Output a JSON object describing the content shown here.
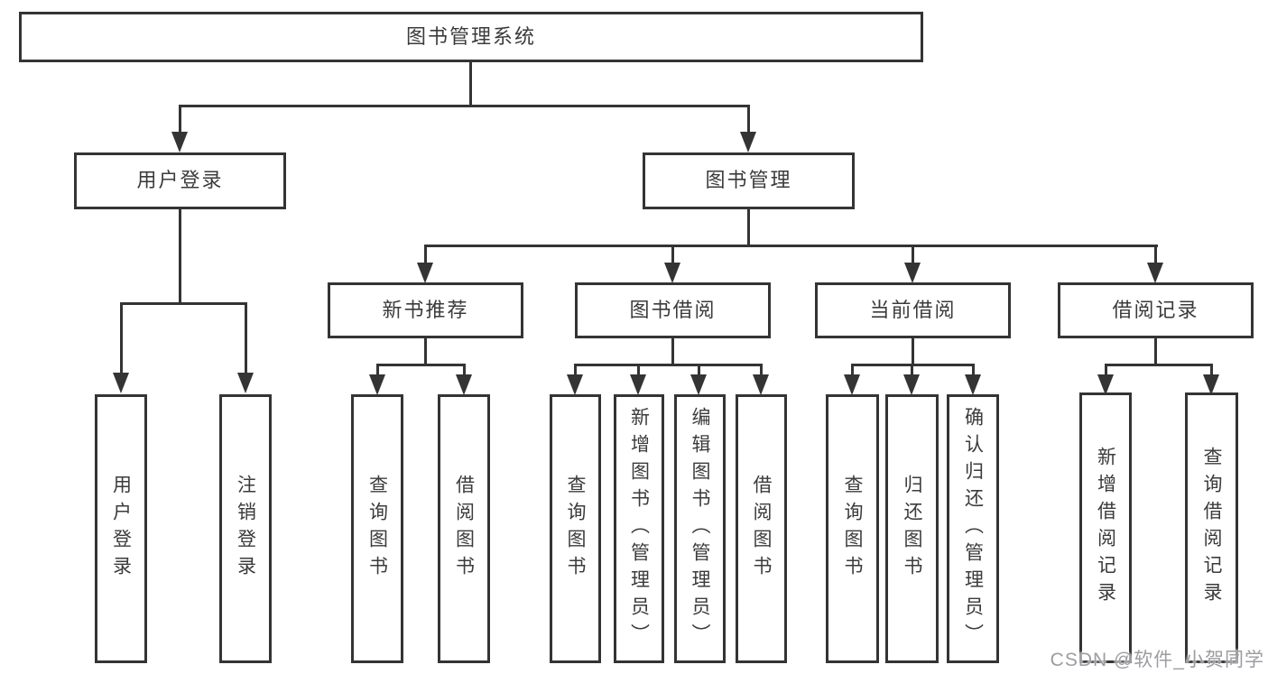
{
  "diagram": {
    "root": {
      "label": "图书管理系统"
    },
    "branches": [
      {
        "label": "用户登录",
        "children": [
          {
            "label": "用户登录"
          },
          {
            "label": "注销登录"
          }
        ]
      },
      {
        "label": "图书管理",
        "children": [
          {
            "label": "新书推荐",
            "children": [
              {
                "label": "查询图书"
              },
              {
                "label": "借阅图书"
              }
            ]
          },
          {
            "label": "图书借阅",
            "children": [
              {
                "label": "查询图书"
              },
              {
                "label": "新增图书（管理员）"
              },
              {
                "label": "编辑图书（管理员）"
              },
              {
                "label": "借阅图书"
              }
            ]
          },
          {
            "label": "当前借阅",
            "children": [
              {
                "label": "查询图书"
              },
              {
                "label": "归还图书"
              },
              {
                "label": "确认归还（管理员）"
              }
            ]
          },
          {
            "label": "借阅记录",
            "children": [
              {
                "label": "新增借阅记录"
              },
              {
                "label": "查询借阅记录"
              }
            ]
          }
        ]
      }
    ]
  },
  "watermark": {
    "text": "CSDN @软件_小贺同学",
    "color": "#9c9ca2"
  },
  "colors": {
    "line": "#343434",
    "background": "#ffffff",
    "text": "#3b3b3b"
  }
}
